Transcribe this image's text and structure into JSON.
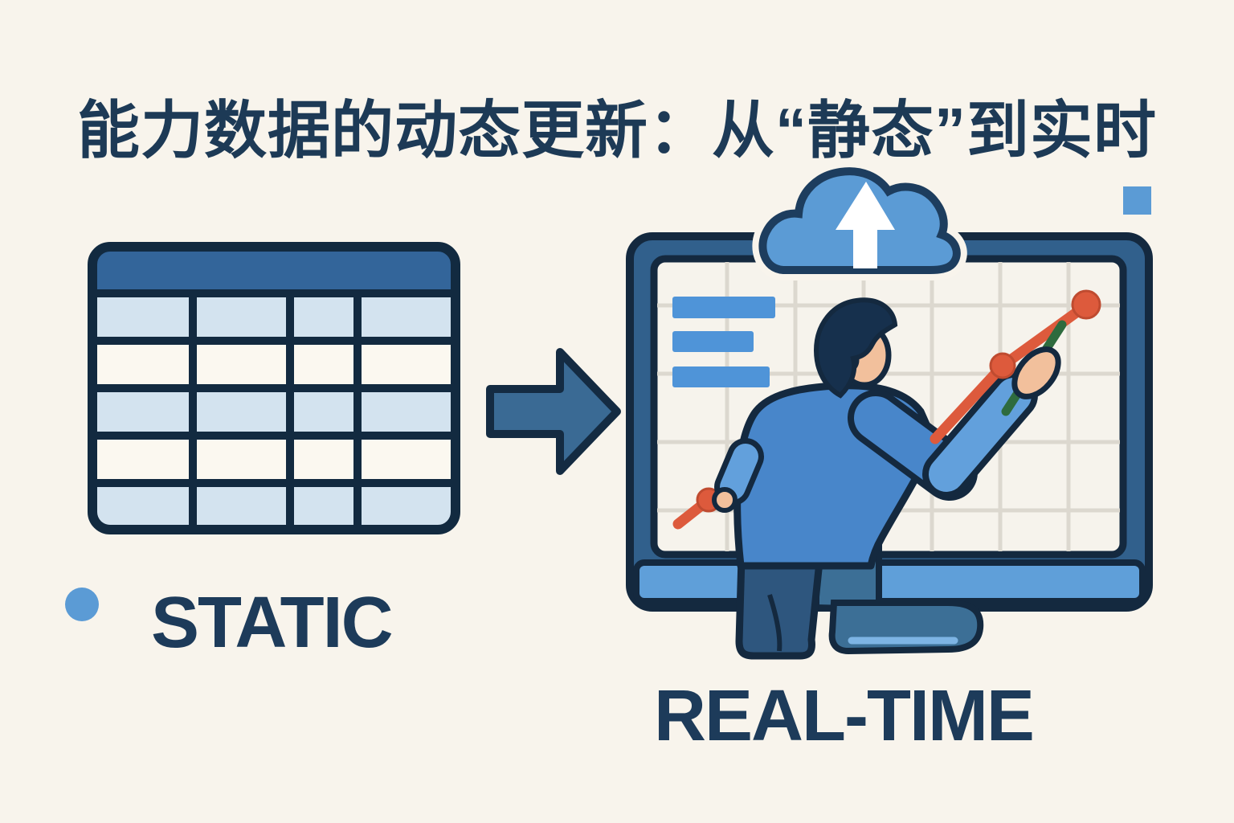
{
  "title": "能力数据的动态更新：从“静态”到实时",
  "sections": {
    "static": {
      "label": "STATIC"
    },
    "realtime": {
      "label": "REAL-TIME"
    }
  },
  "icons": [
    "static-table-icon",
    "accent-dot-icon",
    "transform-arrow-icon",
    "monitor-icon",
    "cloud-upload-icon",
    "menu-bars-icon",
    "trend-line-icon",
    "person-analyst",
    "pen-icon",
    "accent-square-icon"
  ],
  "colors": {
    "background": "#f8f4ec",
    "navy_text": "#1d3a56",
    "outline_navy": "#14293f",
    "monitor_frame_steel_blue": "#31608c",
    "table_header_blue": "#33659a",
    "table_cell_light_blue": "#d3e3ef",
    "table_cell_cream": "#fbf8f0",
    "accent_sky_blue": "#5b9bd5",
    "screen_bar_blue": "#4f94d8",
    "chart_red_orange": "#dd5a3c",
    "pen_green": "#2e6b3e",
    "sweater_blue": "#4886ca",
    "sleeve_light_blue": "#62a0dc",
    "pants_navy_blue": "#2e567e",
    "shoe_steel_blue": "#3c6f96",
    "skin_tone": "#f2c09c",
    "monitor_bezel_blue": "#5f9fd9",
    "screen_grid_gray": "#dcd8cf"
  }
}
